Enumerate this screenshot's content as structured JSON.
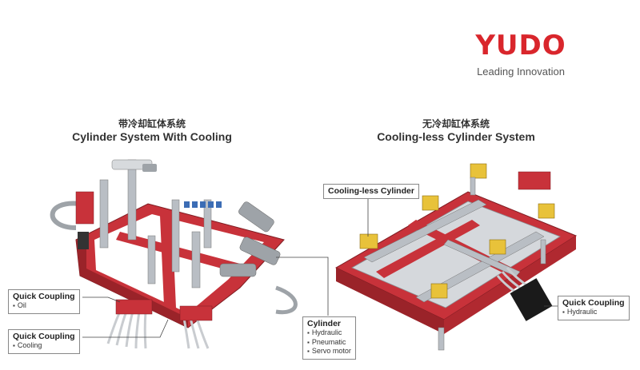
{
  "brand": {
    "name": "YUDO",
    "tagline": "Leading Innovation",
    "color": "#d9262c"
  },
  "left_system": {
    "title_cn": "带冷却缸体系统",
    "title_en": "Cylinder System With Cooling",
    "callouts": [
      {
        "title": "Quick Coupling",
        "items": [
          "Oil"
        ]
      },
      {
        "title": "Quick Coupling",
        "items": [
          "Cooling"
        ]
      },
      {
        "title": "Cylinder",
        "items": [
          "Hydraulic",
          "Pneumatic",
          "Servo motor"
        ]
      }
    ]
  },
  "right_system": {
    "title_cn": "无冷却缸体系统",
    "title_en": "Cooling-less Cylinder System",
    "callouts": [
      {
        "title": "Cooling-less Cylinder",
        "items": []
      },
      {
        "title": "Quick Coupling",
        "items": [
          "Hydraulic"
        ]
      }
    ]
  },
  "colors": {
    "manifold_red": "#c8323a",
    "steel": "#b9bec4",
    "cylinder_yellow": "#e8c23a",
    "text": "#333333"
  }
}
